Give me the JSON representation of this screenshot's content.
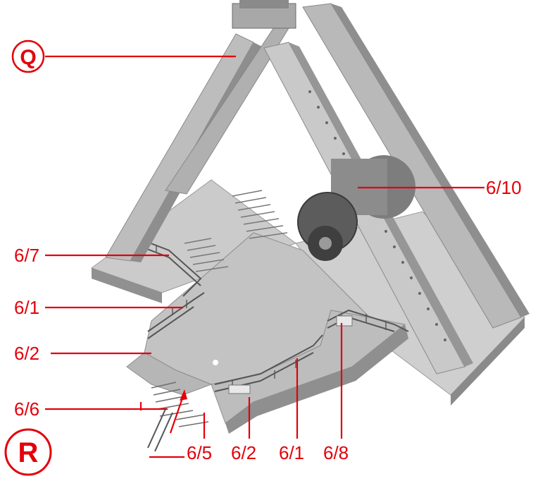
{
  "colors": {
    "callout": "#e3000b",
    "model_light": "#d6d6d6",
    "model_mid": "#a9a9a9",
    "model_dark": "#6e6e6e",
    "background": "#ffffff"
  },
  "badges": {
    "top": "Q",
    "bottom": "R"
  },
  "callouts": {
    "tower_motor": "6/10",
    "stair_rail_upper": "6/7",
    "rail_left": "6/1",
    "rail_left_lower": "6/2",
    "steps_left": "6/6",
    "steps_center": "6/5",
    "rail_front_a": "6/2",
    "rail_front_b": "6/1",
    "rail_front_c": "6/8"
  }
}
